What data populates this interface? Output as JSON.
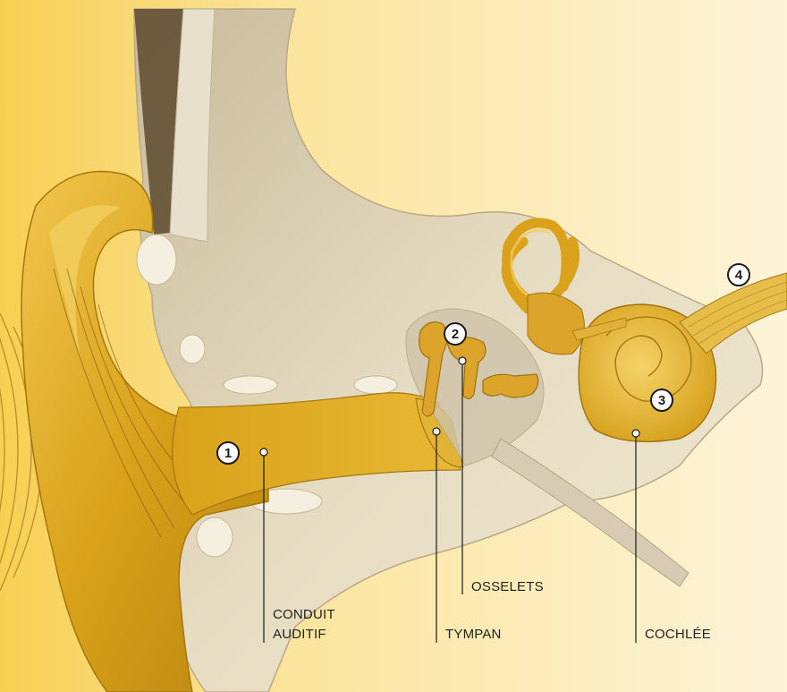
{
  "labels": {
    "conduit": "CONDUIT",
    "auditif": "AUDITIF",
    "tympan": "TYMPAN",
    "osselets": "OSSELETS",
    "cochlee": "COCHLÉE"
  },
  "badges": {
    "one": "1",
    "two": "2",
    "three": "3",
    "four": "4"
  },
  "colors": {
    "background": "#fbeec0",
    "ear_gold": "#d9a21a",
    "bone_beige": "#e6dcc2",
    "leader_line": "#1b1b1b"
  }
}
